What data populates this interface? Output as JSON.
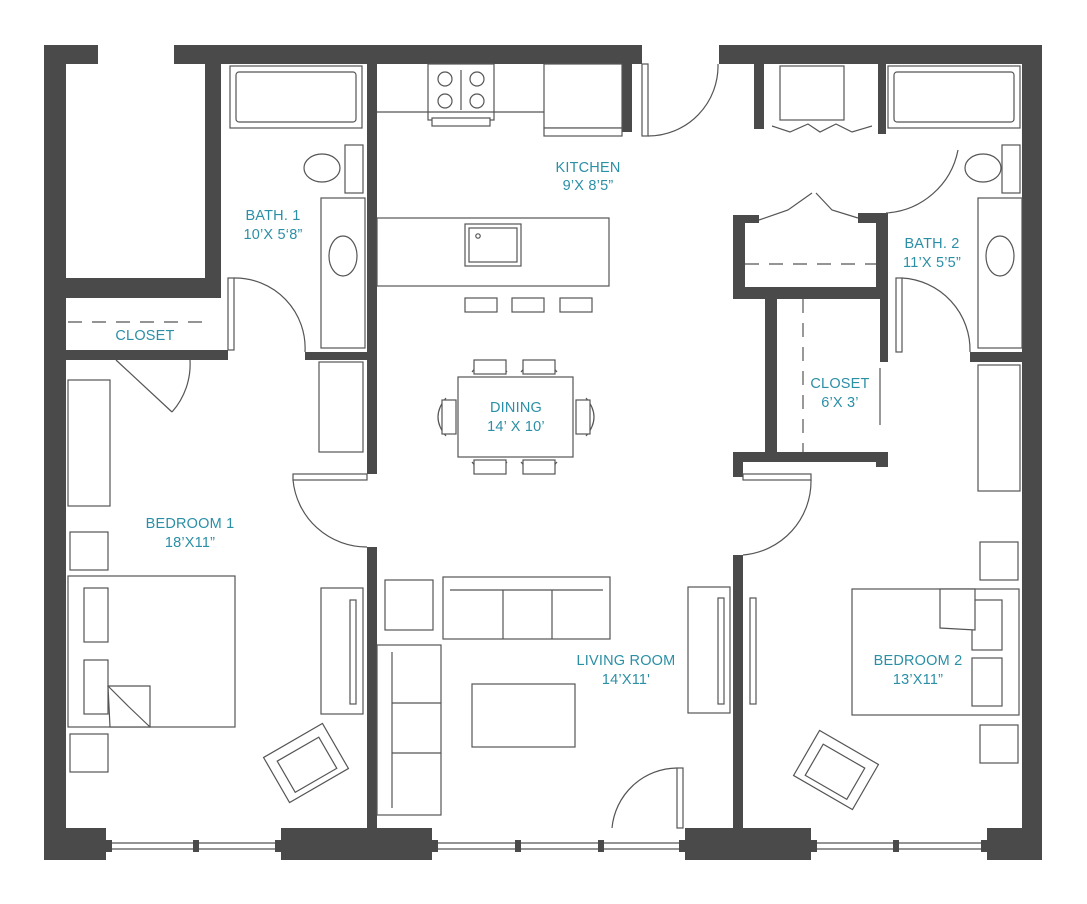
{
  "colors": {
    "wall": "#4a4a4a",
    "line": "#555555",
    "label": "#2b8fa6",
    "background": "#ffffff"
  },
  "rooms": {
    "kitchen": {
      "name": "KITCHEN",
      "size": "9’X 8’5”"
    },
    "bath1": {
      "name": "BATH. 1",
      "size": "10’X 5‘8”"
    },
    "closet1": {
      "name": "CLOSET",
      "size": ""
    },
    "dining": {
      "name": "DINING",
      "size": "14’ X 10’"
    },
    "bedroom1": {
      "name": "BEDROOM 1",
      "size": "18’X11”"
    },
    "living": {
      "name": "LIVING ROOM",
      "size": "14’X11'"
    },
    "bath2": {
      "name": "BATH. 2",
      "size": "11’X 5’5”"
    },
    "closet2": {
      "name": "CLOSET",
      "size": "6’X 3’"
    },
    "bedroom2": {
      "name": "BEDROOM 2",
      "size": "13’X11”"
    }
  }
}
